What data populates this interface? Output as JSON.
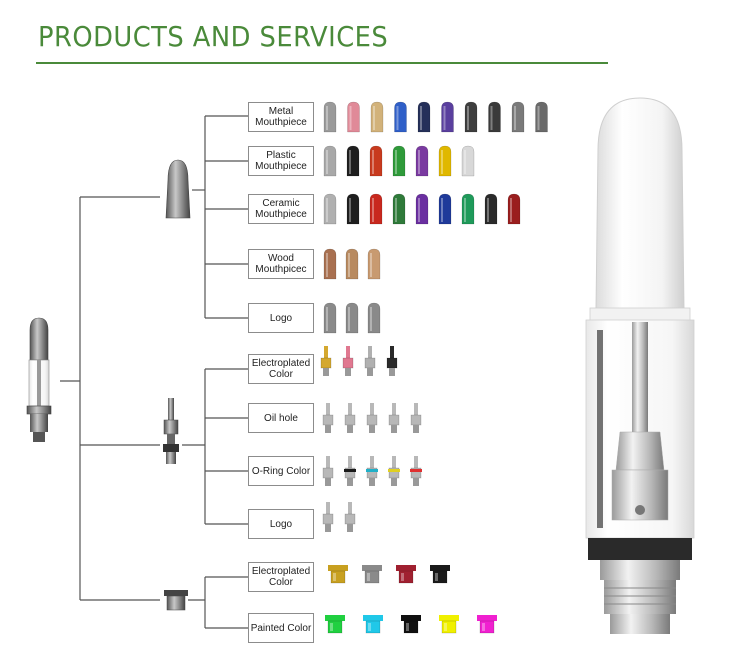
{
  "page": {
    "title": "PRODUCTS AND SERVICES"
  },
  "labels": {
    "metal_mouthpiece": "Metal\nMouthpiece",
    "plastic_mouthpiece": "Plastic\nMouthpiece",
    "ceramic_mouthpiece": "Ceramic\nMouthpiece",
    "wood_mouthpiece": "Wood\nMouthpicec",
    "tip_logo": "Logo",
    "center_electroplated_color": "Electroplated\nColor",
    "oil_hole": "Oil hole",
    "oring_color": "O-Ring Color",
    "center_logo": "Logo",
    "base_electroplated_color": "Electroplated\nColor",
    "painted_color": "Painted Color"
  },
  "swatches": {
    "metal": [
      "#9a9a9a",
      "#e08a98",
      "#d2b27a",
      "#2f5fc8",
      "#25305a",
      "#5a3f9e",
      "#3e3e3e",
      "#3a3a3a",
      "#7a7a7a",
      "#6a6a6a"
    ],
    "plastic": [
      "#a8a8a8",
      "#1e1e1e",
      "#c83a1e",
      "#2f9a3a",
      "#7a3aa0",
      "#e0b800",
      "#d8d8d8"
    ],
    "ceramic": [
      "#b0b0b0",
      "#1e1e1e",
      "#c8281e",
      "#2f7a3a",
      "#6a2fa0",
      "#1f3a9a",
      "#1f9a5a",
      "#2a2a2a",
      "#9a1e1e"
    ],
    "wood": [
      "#a87050",
      "#b88a60",
      "#c89a70"
    ],
    "tip_logo": [
      "#8a8a8a",
      "#8a8a8a",
      "#8a8a8a"
    ],
    "electroplated_center": [
      "#d4a830",
      "#e07890",
      "#b0b0b0",
      "#2a2a2a"
    ],
    "oring": [
      "#1a1a1a",
      "#20b0c8",
      "#e0d020",
      "#e03030"
    ],
    "base_electroplated": [
      "#c8a020",
      "#8a8a8a",
      "#a02030",
      "#1a1a1a"
    ],
    "painted": [
      "#20d040",
      "#20c8e8",
      "#101010",
      "#f0f000",
      "#f020d0"
    ]
  },
  "colors": {
    "accent": "#4a8a3a",
    "line": "#555555",
    "box": "#8c8c8c"
  }
}
